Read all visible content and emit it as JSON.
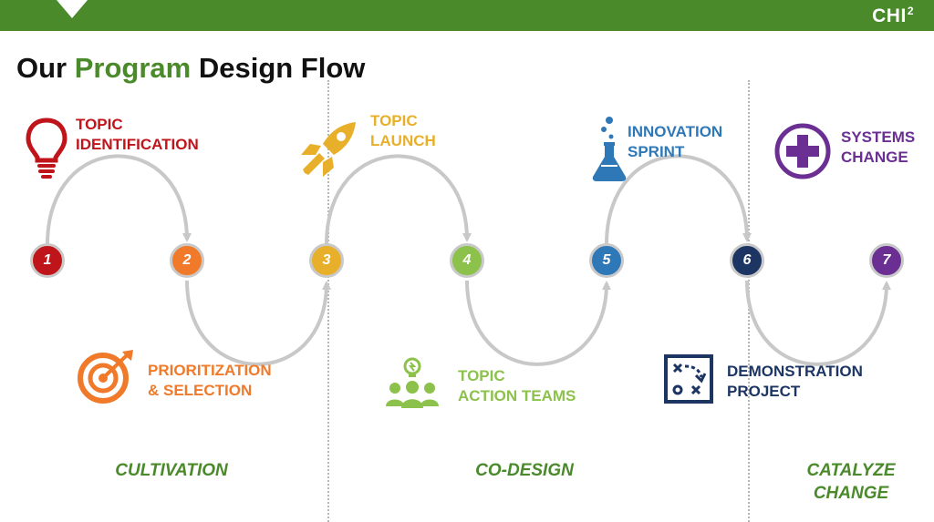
{
  "colors": {
    "green": "#4a8a2b",
    "red": "#c0141b",
    "orange": "#f07a2a",
    "gold": "#e8b02a",
    "lightgreen": "#8cc14b",
    "blue": "#2f78b8",
    "navy": "#1c3563",
    "purple": "#6b2f93",
    "arc": "#c8c8c8"
  },
  "header": {
    "logo": "CHI",
    "logo_sup": "2"
  },
  "title": {
    "part1": "Our ",
    "accent": "Program",
    "part2": " Design Flow"
  },
  "steps": [
    {
      "number": "1",
      "color": "#c0141b"
    },
    {
      "number": "2",
      "color": "#f07a2a"
    },
    {
      "number": "3",
      "color": "#e8b02a"
    },
    {
      "number": "4",
      "color": "#8cc14b"
    },
    {
      "number": "5",
      "color": "#2f78b8"
    },
    {
      "number": "6",
      "color": "#1c3563"
    },
    {
      "number": "7",
      "color": "#6b2f93"
    }
  ],
  "labels": {
    "topic_identification": "TOPIC\nIDENTIFICATION",
    "prioritization": "PRIORITIZATION\n& SELECTION",
    "topic_launch": "TOPIC\nLAUNCH",
    "action_teams": "TOPIC\nACTION TEAMS",
    "innovation_sprint": "INNOVATION\nSPRINT",
    "demonstration": "DEMONSTRATION\nPROJECT",
    "systems_change": "SYSTEMS\nCHANGE"
  },
  "icons": {
    "step1": "lightbulb-icon",
    "step2": "target-icon",
    "step3": "rocket-icon",
    "step4": "team-icon",
    "step5": "flask-icon",
    "step6": "strategy-board-icon",
    "step7": "plus-circle-icon"
  },
  "phases": {
    "cultivation": "CULTIVATION",
    "co_design": "CO-DESIGN",
    "catalyze": "CATALYZE\nCHANGE"
  }
}
